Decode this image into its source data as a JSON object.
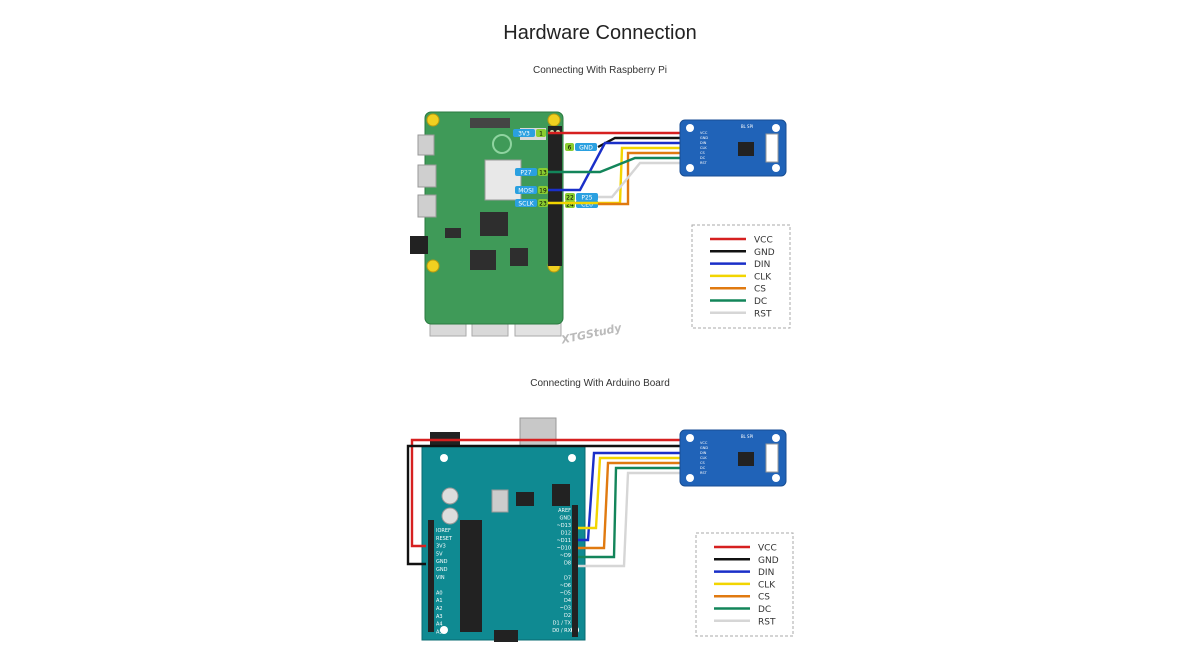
{
  "title": "Hardware Connection",
  "sections": {
    "pi": {
      "subtitle": "Connecting With Raspberry Pi",
      "pin_labels_left": [
        "3V3",
        "P27",
        "MOSI",
        "SCLK"
      ],
      "pin_numbers_left": [
        "1",
        "13",
        "19",
        "23"
      ],
      "pin_numbers_right": [
        "6",
        "22",
        "24"
      ],
      "pin_labels_right": [
        "GND",
        "P25",
        "CE0"
      ],
      "watermark": "XTGStudy"
    },
    "arduino": {
      "subtitle": "Connecting With Arduino Board",
      "header_left": [
        "IOREF",
        "RESET",
        "3V3",
        "5V",
        "GND",
        "GND",
        "VIN",
        "",
        "A0",
        "A1",
        "A2",
        "A3",
        "A4",
        "A5"
      ],
      "header_right": [
        "AREF",
        "GND",
        "~D13",
        "D12",
        "~D11",
        "~D10",
        "~D9",
        "D8",
        "",
        "D7",
        "~D6",
        "~D5",
        "D4",
        "~D3",
        "D2",
        "D1 / TX",
        "D0 / RX"
      ]
    }
  },
  "legend": [
    {
      "label": "VCC",
      "color": "#d62020"
    },
    {
      "label": "GND",
      "color": "#111111"
    },
    {
      "label": "DIN",
      "color": "#1a2fc8"
    },
    {
      "label": "CLK",
      "color": "#f2d500"
    },
    {
      "label": "CS",
      "color": "#e07a10"
    },
    {
      "label": "DC",
      "color": "#13855a"
    },
    {
      "label": "RST",
      "color": "#d6d6d6"
    }
  ],
  "module": {
    "pin_labels": [
      "VCC",
      "GND",
      "DIN",
      "CLK",
      "CS",
      "DC",
      "RST"
    ],
    "header_text": "BL SPI"
  }
}
